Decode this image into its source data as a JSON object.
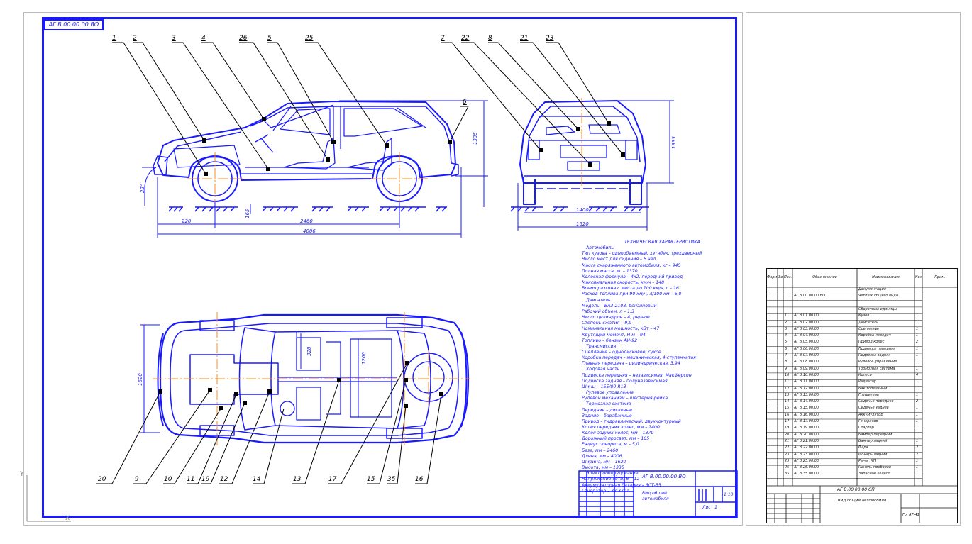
{
  "sheet_label": "АГ В.00.00.00 ВО",
  "callouts_side": [
    "1",
    "2",
    "3",
    "4",
    "26",
    "5",
    "25"
  ],
  "callout_rear_left": "6",
  "callouts_rear": [
    "7",
    "22",
    "8",
    "21",
    "23"
  ],
  "callouts_bottom": [
    "20",
    "9",
    "10",
    "11",
    "19",
    "12",
    "14",
    "13",
    "17",
    "15",
    "35",
    "16"
  ],
  "dimensions": {
    "side_height": "1335",
    "front_overhang": "220",
    "wheelbase": "2460",
    "overall_length": "4006",
    "ground_clearance": "165",
    "approach_angle": "22°",
    "rear_track": "1400",
    "overall_width": "1620",
    "rear_height": "1335",
    "plan_width": "1620",
    "plan_inner_1": "328",
    "plan_inner_2": "1200"
  },
  "notes": {
    "title": "ТЕХНИЧЕСКАЯ ХАРАКТЕРИСТИКА",
    "lines": [
      {
        "cls": "s",
        "text": "Автомобиль"
      },
      {
        "cls": "",
        "text": "Тип кузова – однообъемный, хэтчбек, трехдверный"
      },
      {
        "cls": "",
        "text": "Число мест для сидения – 5 чел."
      },
      {
        "cls": "",
        "text": "Масса снаряженного автомобиля, кг – 945"
      },
      {
        "cls": "",
        "text": "Полная масса, кг – 1370"
      },
      {
        "cls": "",
        "text": "Колесная формула – 4х2, передний привод"
      },
      {
        "cls": "",
        "text": "Максимальная скорость, км/ч – 148"
      },
      {
        "cls": "",
        "text": "Время разгона с места до 100 км/ч, с – 16"
      },
      {
        "cls": "",
        "text": "Расход топлива при 90 км/ч, л/100 км – 6,0"
      },
      {
        "cls": "s",
        "text": "Двигатель"
      },
      {
        "cls": "",
        "text": "Модель – ВАЗ-2108, бензиновый"
      },
      {
        "cls": "",
        "text": "Рабочий объем, л – 1,3"
      },
      {
        "cls": "",
        "text": "Число цилиндров – 4, рядное"
      },
      {
        "cls": "",
        "text": "Степень сжатия – 9,9"
      },
      {
        "cls": "",
        "text": "Номинальная мощность, кВт – 47"
      },
      {
        "cls": "",
        "text": "Крутящий момент, Н·м – 94"
      },
      {
        "cls": "",
        "text": "Топливо – бензин АИ-92"
      },
      {
        "cls": "s",
        "text": "Трансмиссия"
      },
      {
        "cls": "",
        "text": "Сцепление – однодисковое, сухое"
      },
      {
        "cls": "",
        "text": "Коробка передач – механическая, 4-ступенчатая"
      },
      {
        "cls": "",
        "text": "Главная передача – цилиндрическая, 3,94"
      },
      {
        "cls": "s",
        "text": "Ходовая часть"
      },
      {
        "cls": "",
        "text": "Подвеска передняя – независимая, МакФерсон"
      },
      {
        "cls": "",
        "text": "Подвеска задняя – полунезависимая"
      },
      {
        "cls": "",
        "text": "Шины – 155/80 R13"
      },
      {
        "cls": "s",
        "text": "Рулевое управление"
      },
      {
        "cls": "",
        "text": "Рулевой механизм – шестерня-рейка"
      },
      {
        "cls": "s",
        "text": "Тормозная система"
      },
      {
        "cls": "",
        "text": "Передние – дисковые"
      },
      {
        "cls": "",
        "text": "Задние – барабанные"
      },
      {
        "cls": "",
        "text": "Привод – гидравлический, двухконтурный"
      },
      {
        "cls": "",
        "text": "Колея передних колес, мм – 1400"
      },
      {
        "cls": "",
        "text": "Колея задних колес, мм – 1370"
      },
      {
        "cls": "",
        "text": "Дорожный просвет, мм – 165"
      },
      {
        "cls": "",
        "text": "Радиус поворота, м – 5,0"
      },
      {
        "cls": "",
        "text": "База, мм – 2460"
      },
      {
        "cls": "",
        "text": "Длина, мм – 4006"
      },
      {
        "cls": "",
        "text": "Ширина, мм – 1620"
      },
      {
        "cls": "",
        "text": "Высота, мм – 1335"
      },
      {
        "cls": "s",
        "text": "Электрооборудование"
      },
      {
        "cls": "",
        "text": "Напряжение сети, В – 12"
      },
      {
        "cls": "",
        "text": "Аккумуляторная батарея – 6СТ-55"
      },
      {
        "cls": "",
        "text": "Генератор – 37.3701"
      }
    ]
  },
  "title_block": {
    "code": "АГ В.00.00.00 ВО",
    "name_line1": "Вид общий",
    "name_line2": "автомобиля",
    "scale": "1:10",
    "sheet": "Лист 1"
  },
  "spec": {
    "headers": [
      "Формат",
      "Зона",
      "Поз.",
      "Обозначение",
      "Наименование",
      "Кол.",
      "Прим."
    ],
    "rows": [
      {
        "pos": "",
        "designation": "",
        "name": "Документация",
        "qty": ""
      },
      {
        "pos": "",
        "designation": "АГ В.00.00.00 ВО",
        "name": "Чертеж общего вида",
        "qty": ""
      },
      {
        "pos": "",
        "designation": "",
        "name": "",
        "qty": ""
      },
      {
        "pos": "",
        "designation": "",
        "name": "Сборочные единицы",
        "qty": ""
      },
      {
        "pos": "1",
        "designation": "АГ В.01.00.00",
        "name": "Кузов",
        "qty": "1"
      },
      {
        "pos": "2",
        "designation": "АГ В.02.00.00",
        "name": "Двигатель",
        "qty": "1"
      },
      {
        "pos": "3",
        "designation": "АГ В.03.00.00",
        "name": "Сцепление",
        "qty": "1"
      },
      {
        "pos": "4",
        "designation": "АГ В.04.00.00",
        "name": "Коробка передач",
        "qty": "1"
      },
      {
        "pos": "5",
        "designation": "АГ В.05.00.00",
        "name": "Привод колес",
        "qty": "2"
      },
      {
        "pos": "6",
        "designation": "АГ В.06.00.00",
        "name": "Подвеска передняя",
        "qty": "1"
      },
      {
        "pos": "7",
        "designation": "АГ В.07.00.00",
        "name": "Подвеска задняя",
        "qty": "1"
      },
      {
        "pos": "8",
        "designation": "АГ В.08.00.00",
        "name": "Рулевое управление",
        "qty": "1"
      },
      {
        "pos": "9",
        "designation": "АГ В.09.00.00",
        "name": "Тормозная система",
        "qty": "1"
      },
      {
        "pos": "10",
        "designation": "АГ В.10.00.00",
        "name": "Колесо",
        "qty": "4"
      },
      {
        "pos": "11",
        "designation": "АГ В.11.00.00",
        "name": "Радиатор",
        "qty": "1"
      },
      {
        "pos": "12",
        "designation": "АГ В.12.00.00",
        "name": "Бак топливный",
        "qty": "1"
      },
      {
        "pos": "13",
        "designation": "АГ В.13.00.00",
        "name": "Глушитель",
        "qty": "1"
      },
      {
        "pos": "14",
        "designation": "АГ В.14.00.00",
        "name": "Сиденье переднее",
        "qty": "2"
      },
      {
        "pos": "15",
        "designation": "АГ В.15.00.00",
        "name": "Сиденье заднее",
        "qty": "1"
      },
      {
        "pos": "16",
        "designation": "АГ В.16.00.00",
        "name": "Аккумулятор",
        "qty": "1"
      },
      {
        "pos": "17",
        "designation": "АГ В.17.00.00",
        "name": "Генератор",
        "qty": "1"
      },
      {
        "pos": "19",
        "designation": "АГ В.19.00.00",
        "name": "Стартер",
        "qty": "1"
      },
      {
        "pos": "20",
        "designation": "АГ В.20.00.00",
        "name": "Бампер передний",
        "qty": "1"
      },
      {
        "pos": "21",
        "designation": "АГ В.21.00.00",
        "name": "Бампер задний",
        "qty": "1"
      },
      {
        "pos": "22",
        "designation": "АГ В.22.00.00",
        "name": "Фара",
        "qty": "2"
      },
      {
        "pos": "23",
        "designation": "АГ В.23.00.00",
        "name": "Фонарь задний",
        "qty": "2"
      },
      {
        "pos": "25",
        "designation": "АГ В.25.00.00",
        "name": "Рычаг КП",
        "qty": "1"
      },
      {
        "pos": "26",
        "designation": "АГ В.26.00.00",
        "name": "Панель приборов",
        "qty": "1"
      },
      {
        "pos": "35",
        "designation": "АГ В.35.00.00",
        "name": "Запасное колесо",
        "qty": "1"
      }
    ],
    "footer_code": "АГ В.00.00.00 СП",
    "footer_name": "Вид общий автомобиля",
    "footer_org": "Гр. АТ-41"
  },
  "axis_labels": {
    "y": "Y",
    "x": "X"
  },
  "colors": {
    "line": "#1a1aff",
    "center": "#ff8c1a",
    "leader": "#000000"
  }
}
